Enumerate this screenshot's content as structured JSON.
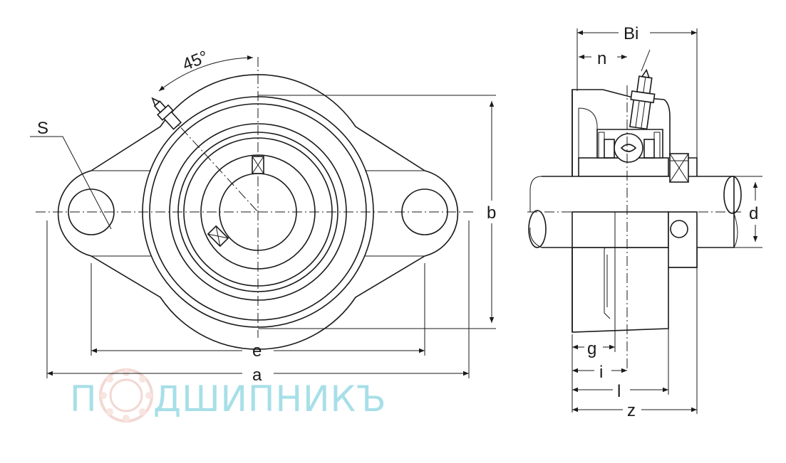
{
  "dimensions": {
    "a": "a",
    "b": "b",
    "e": "e",
    "s": "S",
    "angle": "45°",
    "bi": "Bi",
    "n": "n",
    "d": "d",
    "g": "g",
    "i": "i",
    "l": "l",
    "z": "z"
  },
  "watermark": {
    "text_before": "П",
    "text_after": "ДШИПНИКЪ"
  }
}
